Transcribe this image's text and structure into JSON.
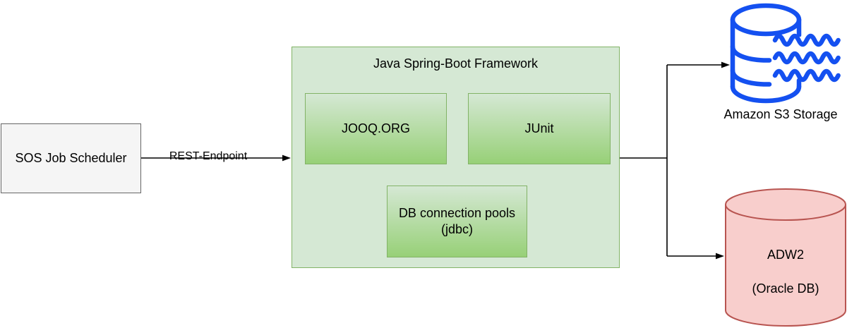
{
  "colors": {
    "background": "#ffffff",
    "line": "#000000",
    "text": "#000000",
    "scheduler_fill": "#f5f5f5",
    "scheduler_border": "#666666",
    "framework_fill": "#d5e8d4",
    "framework_border": "#82b366",
    "component_gradient_top": "#d5e8d4",
    "component_gradient_bottom": "#97d077",
    "s3_blue": "#1450f0",
    "oracle_fill": "#f8cecc",
    "oracle_border": "#b85450"
  },
  "nodes": {
    "scheduler": {
      "label": "SOS Job Scheduler"
    },
    "framework": {
      "title": "Java Spring-Boot Framework",
      "components": [
        {
          "label": "JOOQ.ORG"
        },
        {
          "label": "JUnit"
        },
        {
          "label": "DB connection pools",
          "sublabel": "(jdbc)"
        }
      ]
    },
    "s3": {
      "label": "Amazon S3 Storage"
    },
    "oracle": {
      "label": "ADW2",
      "sublabel": "(Oracle DB)"
    }
  },
  "edges": {
    "rest": {
      "label": "REST-Endpoint"
    }
  }
}
